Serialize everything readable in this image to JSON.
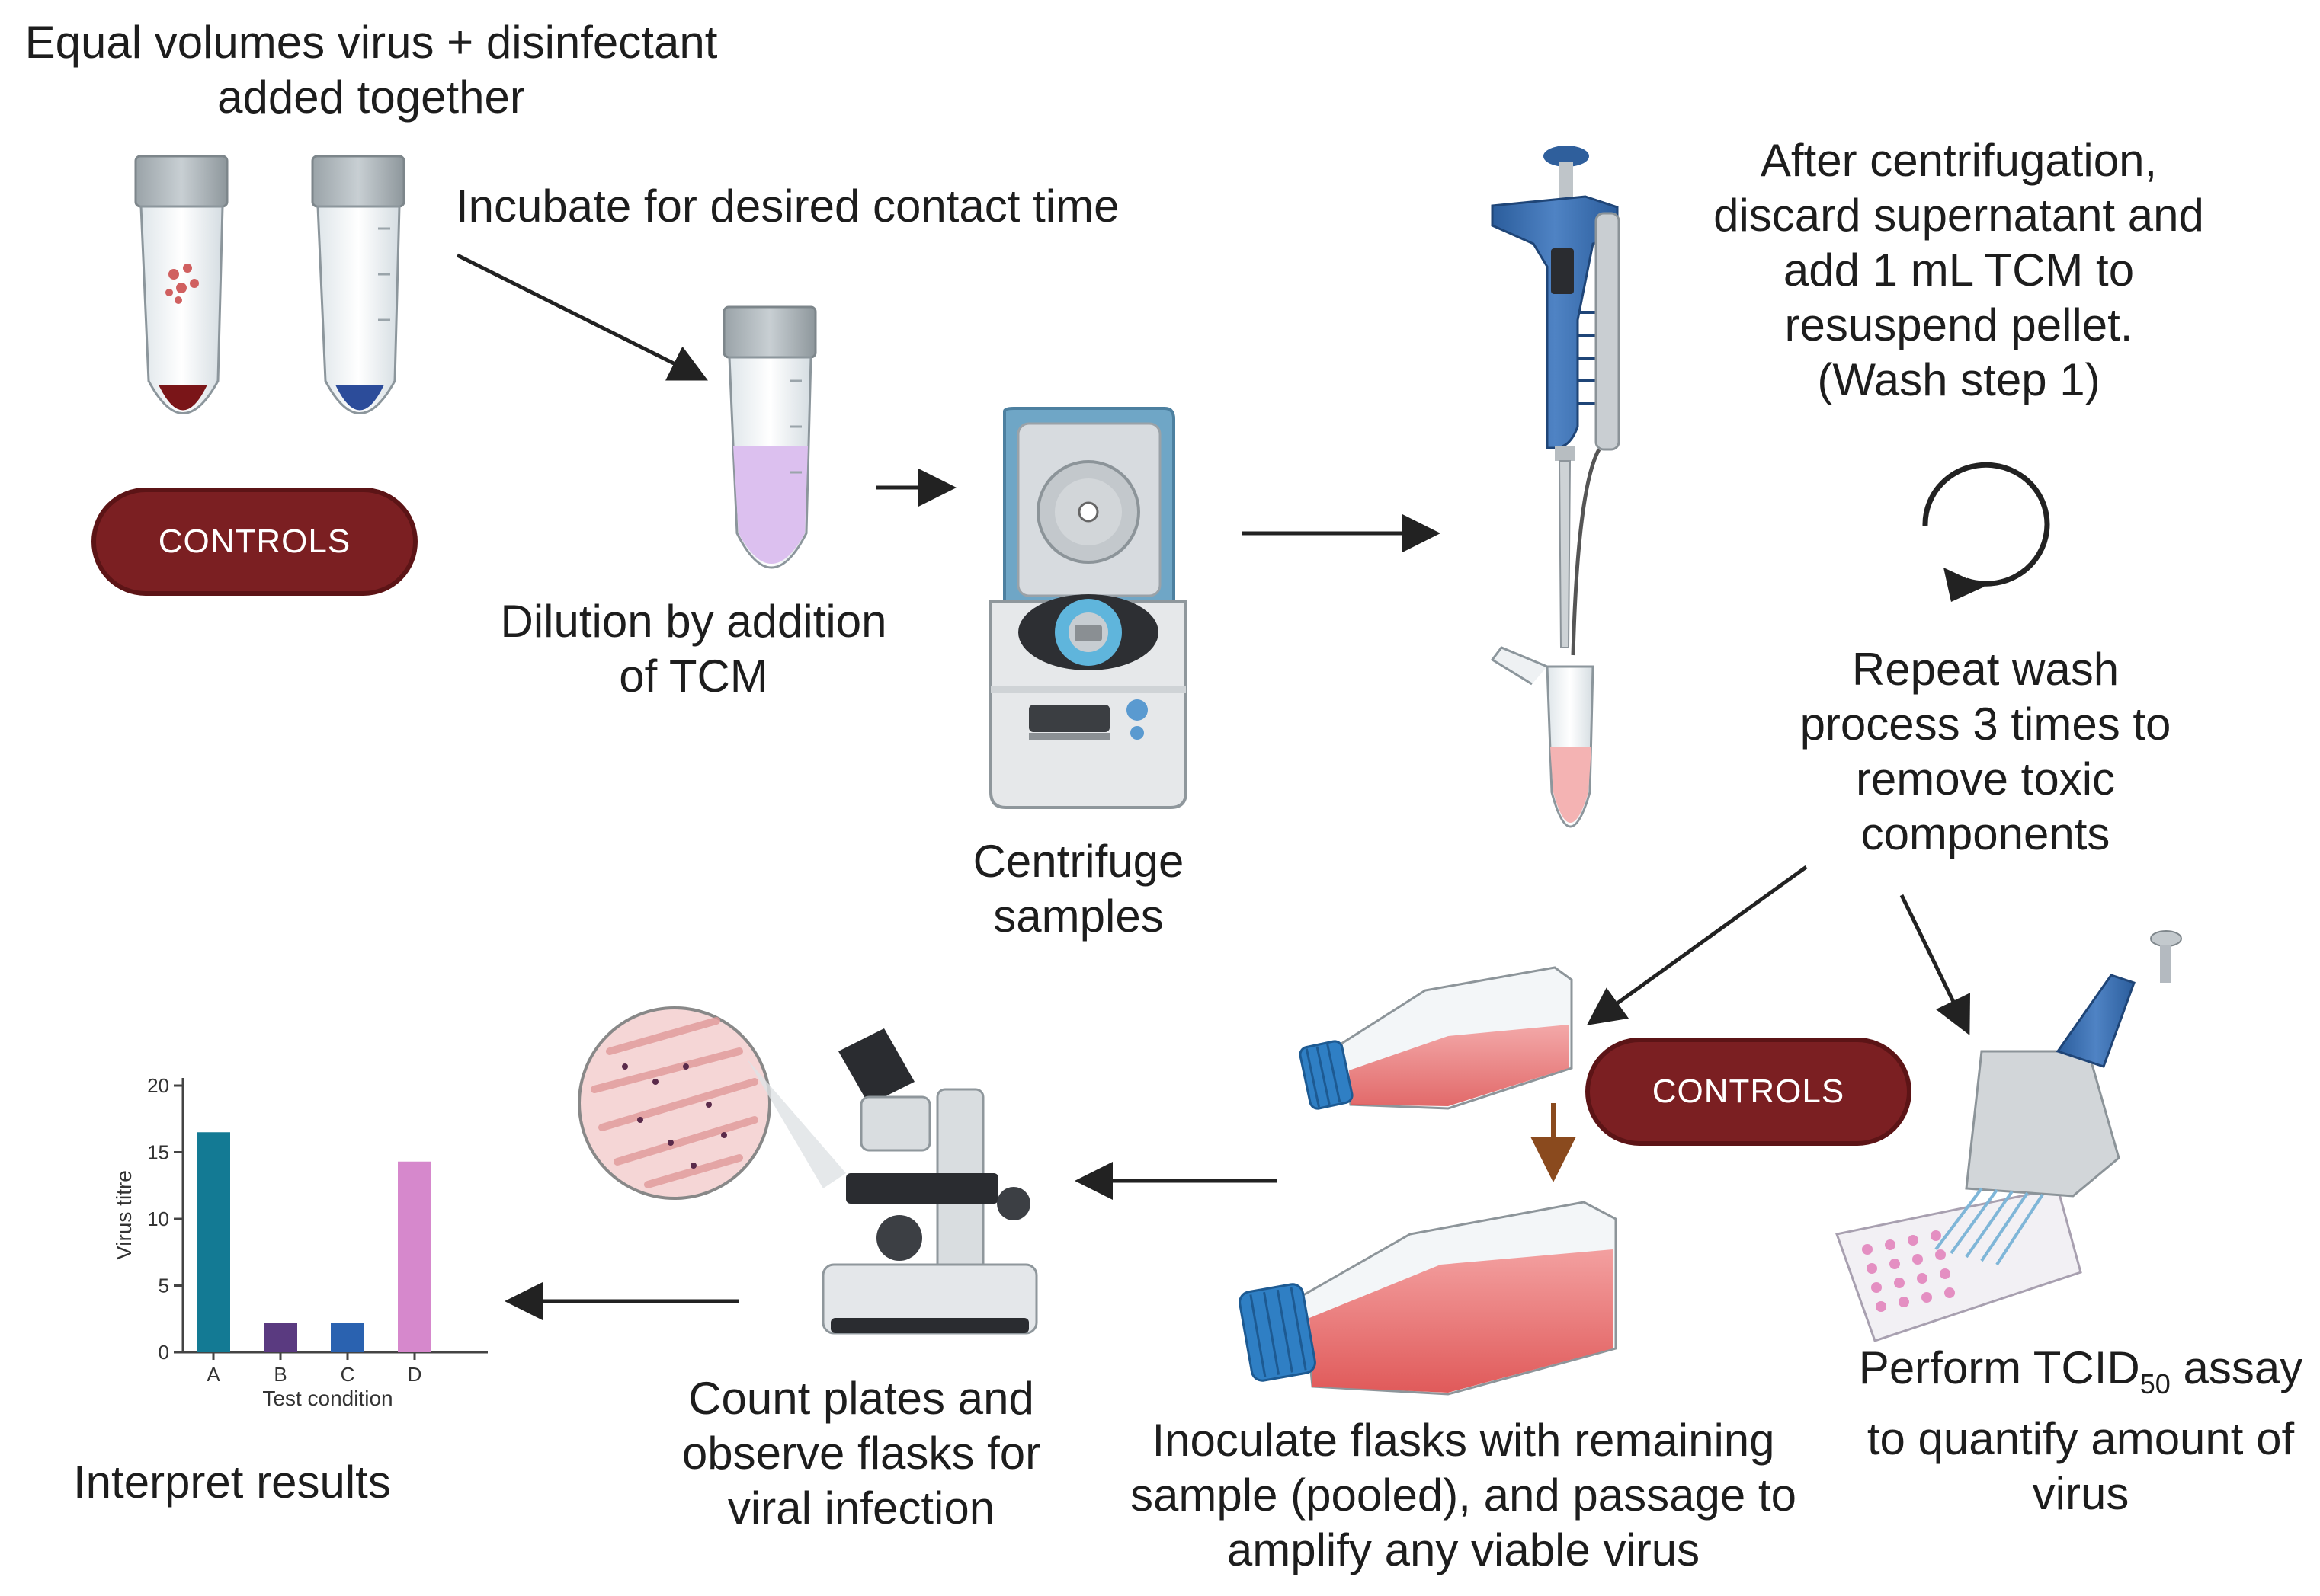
{
  "colors": {
    "controls_fill": "#7b1f22",
    "arrow": "#222222",
    "arrow_brown": "#8a4a1e",
    "pipette_blue": "#3d6aa8",
    "flask_cap_blue": "#2f7fc4",
    "medium_pink": "#e86a6a",
    "tube_purple": "#d8b8ec"
  },
  "labels": {
    "equal_volumes": "Equal volumes virus + disinfectant",
    "equal_volumes_2": "added together",
    "incubate": "Incubate for desired contact time",
    "dilution": "Dilution by addition",
    "dilution_2": "of TCM",
    "centrifuge": "Centrifuge",
    "centrifuge_2": "samples",
    "after_centrifugation": [
      "After centrifugation,",
      "discard supernatant and",
      "add 1 mL TCM to",
      "resuspend pellet.",
      "(Wash step 1)"
    ],
    "repeat_wash": [
      "Repeat wash",
      "process 3 times to",
      "remove toxic",
      "components"
    ],
    "perform_assay_pre": "Perform TCID",
    "perform_assay_sub": "50",
    "perform_assay_post": " assay",
    "perform_assay_2": "to quantify amount of",
    "perform_assay_3": "virus",
    "inoculate": [
      "Inoculate flasks with remaining",
      "sample (pooled), and passage to",
      "amplify any viable virus"
    ],
    "count_plates": [
      "Count plates and",
      "observe flasks for",
      "viral infection"
    ],
    "interpret": "Interpret results",
    "controls_top": "CONTROLS",
    "controls_bottom": "CONTROLS"
  },
  "chart_data": {
    "type": "bar",
    "categories": [
      "A",
      "B",
      "C",
      "D"
    ],
    "values": [
      16.5,
      2.2,
      2.2,
      14.3
    ],
    "colors": [
      "#137a94",
      "#5a3a80",
      "#2a62b0",
      "#d688cc"
    ],
    "xlabel": "Test condition",
    "ylabel": "Virus titre",
    "ylim": [
      0,
      20
    ],
    "yticks": [
      0,
      5,
      10,
      15,
      20
    ],
    "title": ""
  }
}
